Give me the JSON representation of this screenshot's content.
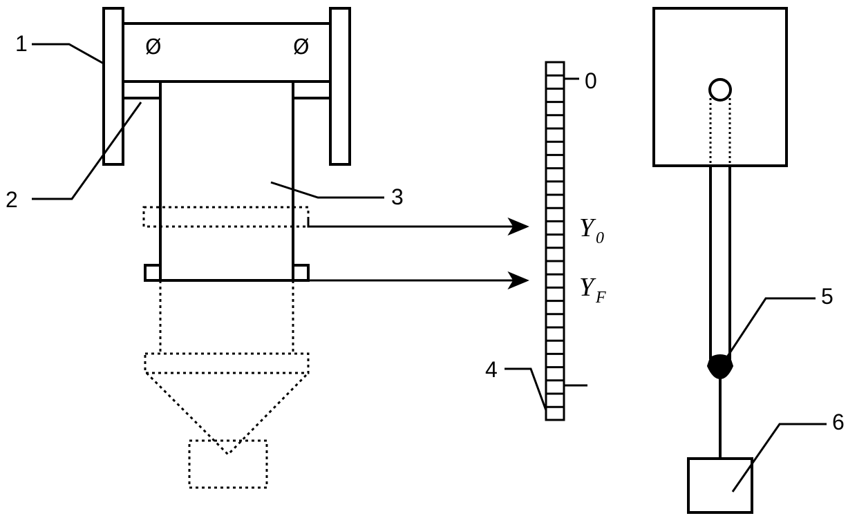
{
  "callouts": {
    "c1": "1",
    "c2": "2",
    "c3": "3",
    "c4": "4",
    "c5": "5",
    "c6": "6"
  },
  "scale": {
    "zero_label": "0",
    "y0_main": "Y",
    "y0_sub": "0",
    "yf_main": "Y",
    "yf_sub": "F"
  },
  "symbols": {
    "left": "Ø",
    "right": "Ø"
  }
}
